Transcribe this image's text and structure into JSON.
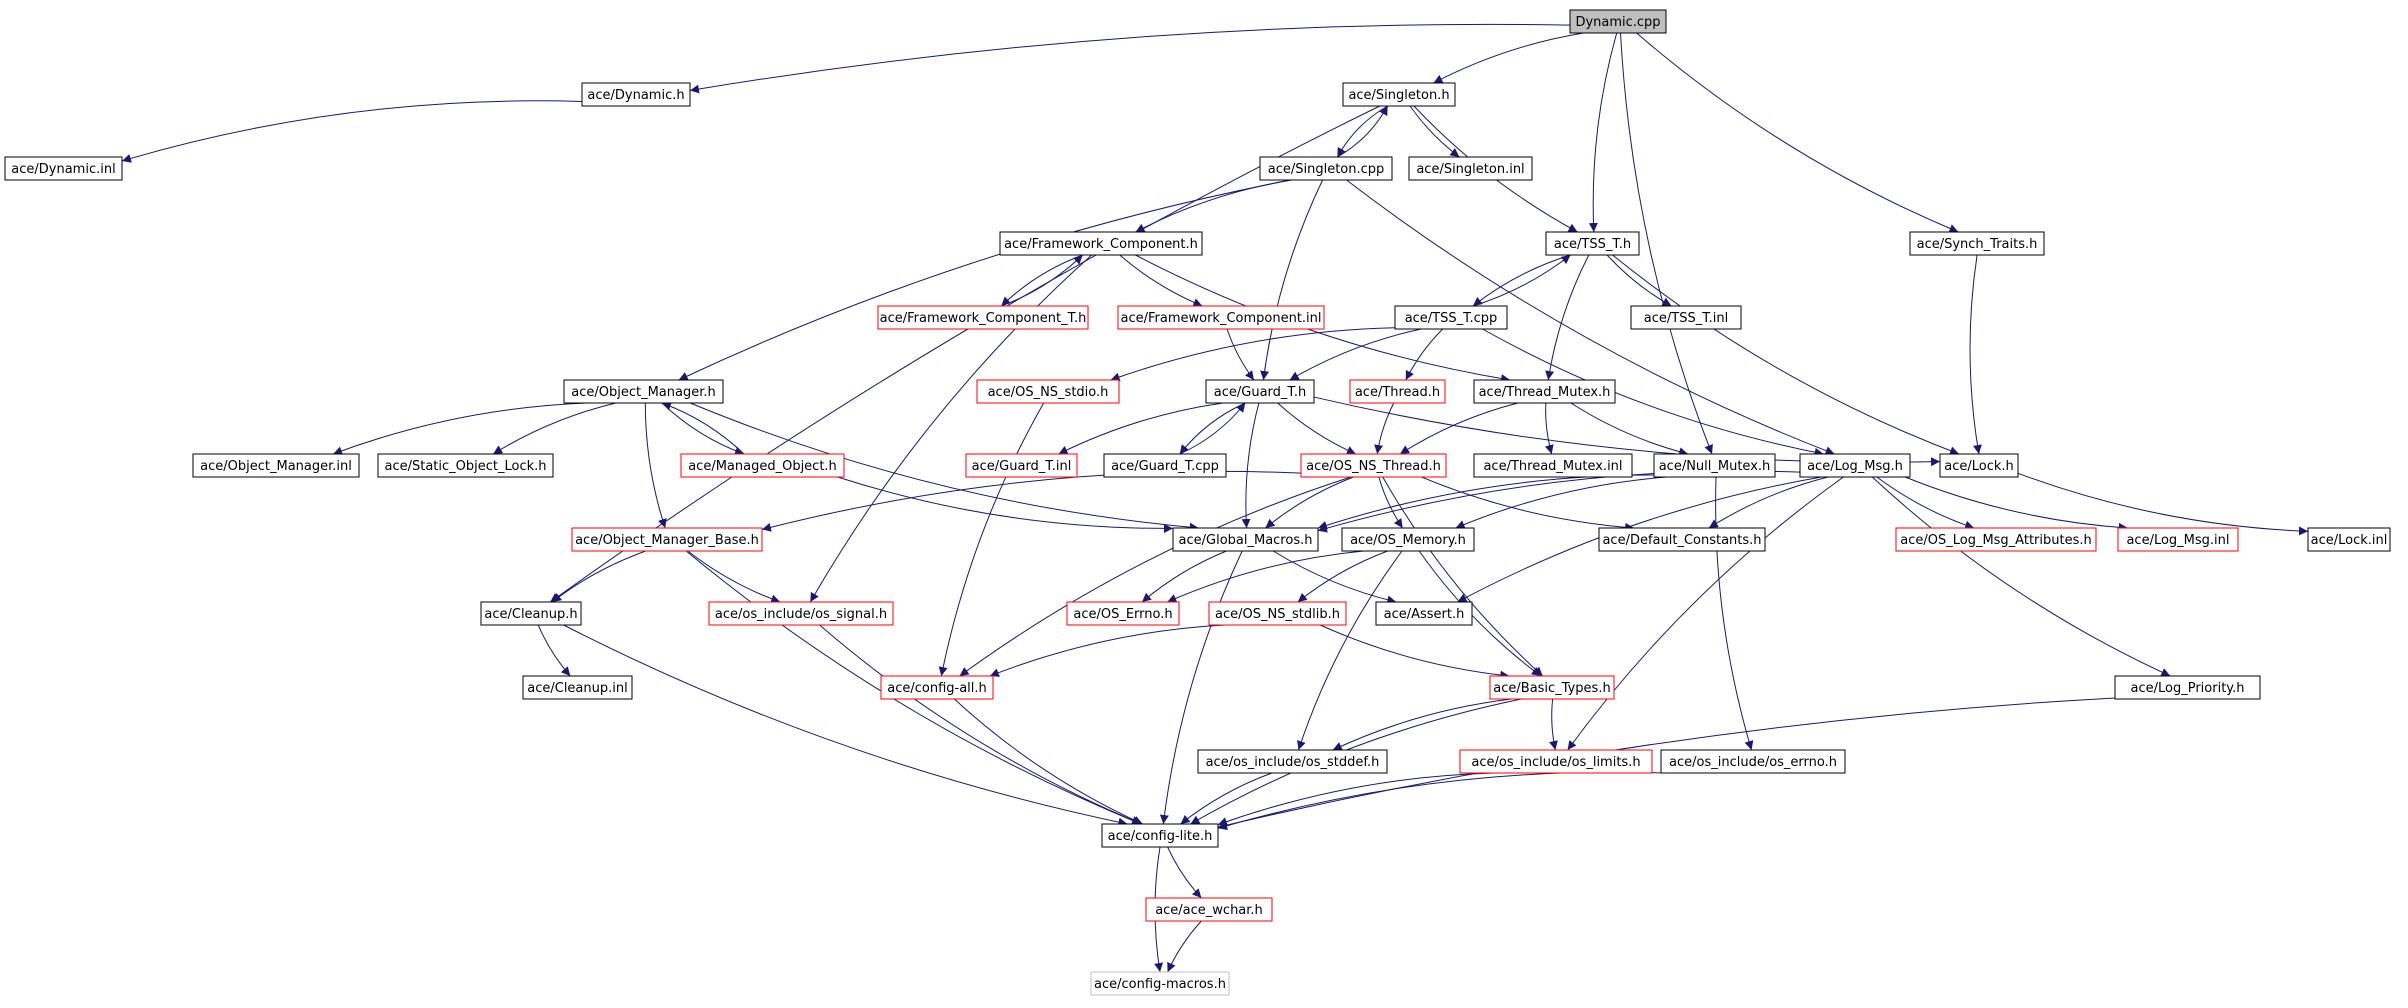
{
  "diagram": {
    "nodes": [
      {
        "id": "n_dyn_cpp",
        "label": "Dynamic.cpp",
        "style": "root"
      },
      {
        "id": "n_dyn_h",
        "label": "ace/Dynamic.h",
        "style": "normal"
      },
      {
        "id": "n_singleton_h",
        "label": "ace/Singleton.h",
        "style": "normal"
      },
      {
        "id": "n_dyn_inl",
        "label": "ace/Dynamic.inl",
        "style": "normal"
      },
      {
        "id": "n_singleton_cpp",
        "label": "ace/Singleton.cpp",
        "style": "normal"
      },
      {
        "id": "n_singleton_inl",
        "label": "ace/Singleton.inl",
        "style": "normal"
      },
      {
        "id": "n_fc_h",
        "label": "ace/Framework_Component.h",
        "style": "normal"
      },
      {
        "id": "n_tss_h",
        "label": "ace/TSS_T.h",
        "style": "normal"
      },
      {
        "id": "n_synch_h",
        "label": "ace/Synch_Traits.h",
        "style": "normal"
      },
      {
        "id": "n_fct_h",
        "label": "ace/Framework_Component_T.h",
        "style": "red"
      },
      {
        "id": "n_fc_inl",
        "label": "ace/Framework_Component.inl",
        "style": "red"
      },
      {
        "id": "n_tss_cpp",
        "label": "ace/TSS_T.cpp",
        "style": "normal"
      },
      {
        "id": "n_tss_inl",
        "label": "ace/TSS_T.inl",
        "style": "normal"
      },
      {
        "id": "n_om_h",
        "label": "ace/Object_Manager.h",
        "style": "normal"
      },
      {
        "id": "n_stdio_h",
        "label": "ace/OS_NS_stdio.h",
        "style": "red"
      },
      {
        "id": "n_guard_h",
        "label": "ace/Guard_T.h",
        "style": "normal"
      },
      {
        "id": "n_thread_h",
        "label": "ace/Thread.h",
        "style": "red"
      },
      {
        "id": "n_tm_h",
        "label": "ace/Thread_Mutex.h",
        "style": "normal"
      },
      {
        "id": "n_om_inl",
        "label": "ace/Object_Manager.inl",
        "style": "normal"
      },
      {
        "id": "n_sol_h",
        "label": "ace/Static_Object_Lock.h",
        "style": "normal"
      },
      {
        "id": "n_mo_h",
        "label": "ace/Managed_Object.h",
        "style": "red"
      },
      {
        "id": "n_guard_inl",
        "label": "ace/Guard_T.inl",
        "style": "red"
      },
      {
        "id": "n_guard_cpp",
        "label": "ace/Guard_T.cpp",
        "style": "normal"
      },
      {
        "id": "n_osthread_h",
        "label": "ace/OS_NS_Thread.h",
        "style": "red"
      },
      {
        "id": "n_tm_inl",
        "label": "ace/Thread_Mutex.inl",
        "style": "normal"
      },
      {
        "id": "n_nullm_h",
        "label": "ace/Null_Mutex.h",
        "style": "normal"
      },
      {
        "id": "n_logmsg_h",
        "label": "ace/Log_Msg.h",
        "style": "normal"
      },
      {
        "id": "n_lock_h",
        "label": "ace/Lock.h",
        "style": "normal"
      },
      {
        "id": "n_omb_h",
        "label": "ace/Object_Manager_Base.h",
        "style": "red"
      },
      {
        "id": "n_gm_h",
        "label": "ace/Global_Macros.h",
        "style": "normal"
      },
      {
        "id": "n_osmem_h",
        "label": "ace/OS_Memory.h",
        "style": "normal"
      },
      {
        "id": "n_defc_h",
        "label": "ace/Default_Constants.h",
        "style": "normal"
      },
      {
        "id": "n_lma_h",
        "label": "ace/OS_Log_Msg_Attributes.h",
        "style": "red"
      },
      {
        "id": "n_logmsg_inl",
        "label": "ace/Log_Msg.inl",
        "style": "red"
      },
      {
        "id": "n_lock_inl",
        "label": "ace/Lock.inl",
        "style": "normal"
      },
      {
        "id": "n_cleanup_h",
        "label": "ace/Cleanup.h",
        "style": "normal"
      },
      {
        "id": "n_ossignal_h",
        "label": "ace/os_include/os_signal.h",
        "style": "red"
      },
      {
        "id": "n_errno_h",
        "label": "ace/OS_Errno.h",
        "style": "red"
      },
      {
        "id": "n_stdlib_h",
        "label": "ace/OS_NS_stdlib.h",
        "style": "red"
      },
      {
        "id": "n_assert_h",
        "label": "ace/Assert.h",
        "style": "normal"
      },
      {
        "id": "n_cleanup_inl",
        "label": "ace/Cleanup.inl",
        "style": "normal"
      },
      {
        "id": "n_configall_h",
        "label": "ace/config-all.h",
        "style": "red"
      },
      {
        "id": "n_bt_h",
        "label": "ace/Basic_Types.h",
        "style": "red"
      },
      {
        "id": "n_logprio_h",
        "label": "ace/Log_Priority.h",
        "style": "normal"
      },
      {
        "id": "n_stddef_h",
        "label": "ace/os_include/os_stddef.h",
        "style": "normal"
      },
      {
        "id": "n_limits_h",
        "label": "ace/os_include/os_limits.h",
        "style": "red"
      },
      {
        "id": "n_oserrno_h",
        "label": "ace/os_include/os_errno.h",
        "style": "normal"
      },
      {
        "id": "n_configlite_h",
        "label": "ace/config-lite.h",
        "style": "normal"
      },
      {
        "id": "n_wchar_h",
        "label": "ace/ace_wchar.h",
        "style": "red"
      },
      {
        "id": "n_macros_h",
        "label": "ace/config-macros.h",
        "style": "gray"
      }
    ],
    "edges": [
      [
        "n_dyn_cpp",
        "n_dyn_h"
      ],
      [
        "n_dyn_cpp",
        "n_singleton_h"
      ],
      [
        "n_dyn_cpp",
        "n_tss_h"
      ],
      [
        "n_dyn_cpp",
        "n_synch_h"
      ],
      [
        "n_dyn_cpp",
        "n_nullm_h"
      ],
      [
        "n_dyn_h",
        "n_dyn_inl"
      ],
      [
        "n_singleton_h",
        "n_singleton_cpp"
      ],
      [
        "n_singleton_h",
        "n_singleton_inl"
      ],
      [
        "n_singleton_h",
        "n_tss_h"
      ],
      [
        "n_singleton_h",
        "n_cleanup_h"
      ],
      [
        "n_singleton_cpp",
        "n_singleton_h"
      ],
      [
        "n_singleton_cpp",
        "n_fc_h"
      ],
      [
        "n_singleton_cpp",
        "n_om_h"
      ],
      [
        "n_singleton_cpp",
        "n_guard_h"
      ],
      [
        "n_singleton_cpp",
        "n_logmsg_h"
      ],
      [
        "n_fc_h",
        "n_fct_h"
      ],
      [
        "n_fc_h",
        "n_fc_inl"
      ],
      [
        "n_fc_h",
        "n_tm_h"
      ],
      [
        "n_fc_h",
        "n_ossignal_h"
      ],
      [
        "n_fct_h",
        "n_fc_h"
      ],
      [
        "n_fc_inl",
        "n_guard_h"
      ],
      [
        "n_tss_h",
        "n_tss_cpp"
      ],
      [
        "n_tss_h",
        "n_tss_inl"
      ],
      [
        "n_tss_h",
        "n_tm_h"
      ],
      [
        "n_tss_h",
        "n_lock_h"
      ],
      [
        "n_tss_cpp",
        "n_tss_h"
      ],
      [
        "n_tss_cpp",
        "n_stdio_h"
      ],
      [
        "n_tss_cpp",
        "n_guard_h"
      ],
      [
        "n_tss_cpp",
        "n_thread_h"
      ],
      [
        "n_tss_cpp",
        "n_logmsg_h"
      ],
      [
        "n_synch_h",
        "n_lock_h"
      ],
      [
        "n_om_h",
        "n_om_inl"
      ],
      [
        "n_om_h",
        "n_sol_h"
      ],
      [
        "n_om_h",
        "n_mo_h"
      ],
      [
        "n_om_h",
        "n_omb_h"
      ],
      [
        "n_om_h",
        "n_gm_h"
      ],
      [
        "n_mo_h",
        "n_om_h"
      ],
      [
        "n_mo_h",
        "n_gm_h"
      ],
      [
        "n_stdio_h",
        "n_configall_h"
      ],
      [
        "n_guard_h",
        "n_guard_inl"
      ],
      [
        "n_guard_h",
        "n_guard_cpp"
      ],
      [
        "n_guard_h",
        "n_osthread_h"
      ],
      [
        "n_guard_h",
        "n_lock_h"
      ],
      [
        "n_guard_h",
        "n_gm_h"
      ],
      [
        "n_guard_cpp",
        "n_guard_h"
      ],
      [
        "n_thread_h",
        "n_osthread_h"
      ],
      [
        "n_tm_h",
        "n_tm_inl"
      ],
      [
        "n_tm_h",
        "n_nullm_h"
      ],
      [
        "n_tm_h",
        "n_osthread_h"
      ],
      [
        "n_osthread_h",
        "n_omb_h"
      ],
      [
        "n_osthread_h",
        "n_gm_h"
      ],
      [
        "n_osthread_h",
        "n_osmem_h"
      ],
      [
        "n_osthread_h",
        "n_defc_h"
      ],
      [
        "n_osthread_h",
        "n_configall_h"
      ],
      [
        "n_osthread_h",
        "n_bt_h"
      ],
      [
        "n_nullm_h",
        "n_gm_h"
      ],
      [
        "n_nullm_h",
        "n_osmem_h"
      ],
      [
        "n_nullm_h",
        "n_oserrno_h"
      ],
      [
        "n_logmsg_h",
        "n_gm_h"
      ],
      [
        "n_logmsg_h",
        "n_defc_h"
      ],
      [
        "n_logmsg_h",
        "n_lma_h"
      ],
      [
        "n_logmsg_h",
        "n_logmsg_inl"
      ],
      [
        "n_logmsg_h",
        "n_assert_h"
      ],
      [
        "n_logmsg_h",
        "n_limits_h"
      ],
      [
        "n_logmsg_h",
        "n_logprio_h"
      ],
      [
        "n_lock_h",
        "n_lock_inl"
      ],
      [
        "n_omb_h",
        "n_cleanup_h"
      ],
      [
        "n_omb_h",
        "n_ossignal_h"
      ],
      [
        "n_omb_h",
        "n_configlite_h"
      ],
      [
        "n_gm_h",
        "n_errno_h"
      ],
      [
        "n_gm_h",
        "n_assert_h"
      ],
      [
        "n_gm_h",
        "n_configlite_h"
      ],
      [
        "n_osmem_h",
        "n_errno_h"
      ],
      [
        "n_osmem_h",
        "n_stdlib_h"
      ],
      [
        "n_osmem_h",
        "n_bt_h"
      ],
      [
        "n_osmem_h",
        "n_stddef_h"
      ],
      [
        "n_cleanup_h",
        "n_cleanup_inl"
      ],
      [
        "n_cleanup_h",
        "n_configlite_h"
      ],
      [
        "n_ossignal_h",
        "n_configlite_h"
      ],
      [
        "n_stdlib_h",
        "n_configall_h"
      ],
      [
        "n_stdlib_h",
        "n_bt_h"
      ],
      [
        "n_configall_h",
        "n_configlite_h"
      ],
      [
        "n_bt_h",
        "n_stddef_h"
      ],
      [
        "n_bt_h",
        "n_limits_h"
      ],
      [
        "n_bt_h",
        "n_configlite_h"
      ],
      [
        "n_logprio_h",
        "n_configlite_h"
      ],
      [
        "n_stddef_h",
        "n_configlite_h"
      ],
      [
        "n_limits_h",
        "n_configlite_h"
      ],
      [
        "n_oserrno_h",
        "n_configlite_h"
      ],
      [
        "n_configlite_h",
        "n_wchar_h"
      ],
      [
        "n_configlite_h",
        "n_macros_h"
      ],
      [
        "n_wchar_h",
        "n_macros_h"
      ]
    ],
    "colors": {
      "edge": "#191970",
      "box_border": "#000000",
      "red_border": "#ff0000",
      "gray_border": "#bfbfbf",
      "root_fill": "#bfbfbf",
      "box_fill": "#ffffff",
      "text": "#000000"
    }
  }
}
